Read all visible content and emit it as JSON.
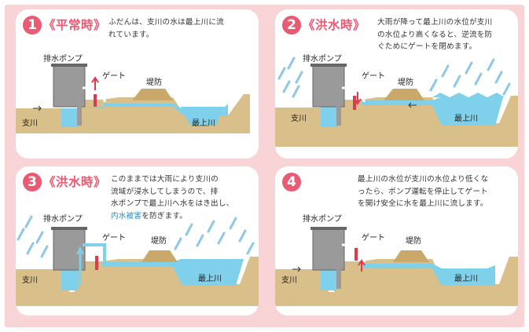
{
  "panels": [
    {
      "number": "1",
      "title": "《平常時》",
      "text_lines": [
        "ふだんは、支川の水は最上川に流",
        "れています。"
      ],
      "labels": {
        "pump": "排水ポンプ",
        "gate": "ゲート",
        "levee": "堤防",
        "tributary": "支川",
        "mainriver": "最上川"
      }
    },
    {
      "number": "2",
      "title": "《洪水時》",
      "text_lines": [
        "大雨が降って最上川の水位が支川",
        "の水位より高くなると、逆流を防",
        "ぐためにゲートを閉めます。"
      ],
      "labels": {
        "pump": "排水ポンプ",
        "gate": "ゲート",
        "levee": "堤防",
        "tributary": "支川",
        "mainriver": "最上川"
      }
    },
    {
      "number": "3",
      "title": "《洪水時》",
      "text_lines": [
        "このままでは大雨により支川の",
        "流域が浸水してしまうので、排",
        "水ポンプで最上川へ水をはき出し、"
      ],
      "text_highlight": "内水被害",
      "text_tail": "を防ぎます。",
      "labels": {
        "pump": "排水ポンプ",
        "gate": "ゲート",
        "levee": "堤防",
        "tributary": "支川",
        "mainriver": "最上川"
      }
    },
    {
      "number": "4",
      "title": "",
      "text_lines": [
        "最上川の水位が支川の水位より低くな",
        "ったら、ポンプ運転を停止してゲート",
        "を開け安全に水を最上川に流します。"
      ],
      "labels": {
        "pump": "排水ポンプ",
        "gate": "ゲート",
        "levee": "堤防",
        "tributary": "支川",
        "mainriver": "最上川"
      }
    }
  ],
  "colors": {
    "accent": "#ea5a73",
    "background": "#f9d4d7",
    "water": "#7fd0ea",
    "ground": "#d9c08a",
    "pumphouse": "#9a9a9a",
    "gate_arrow": "#e03a4f",
    "rain": "#8fc8e6",
    "highlight_text": "#1f8fd0"
  }
}
